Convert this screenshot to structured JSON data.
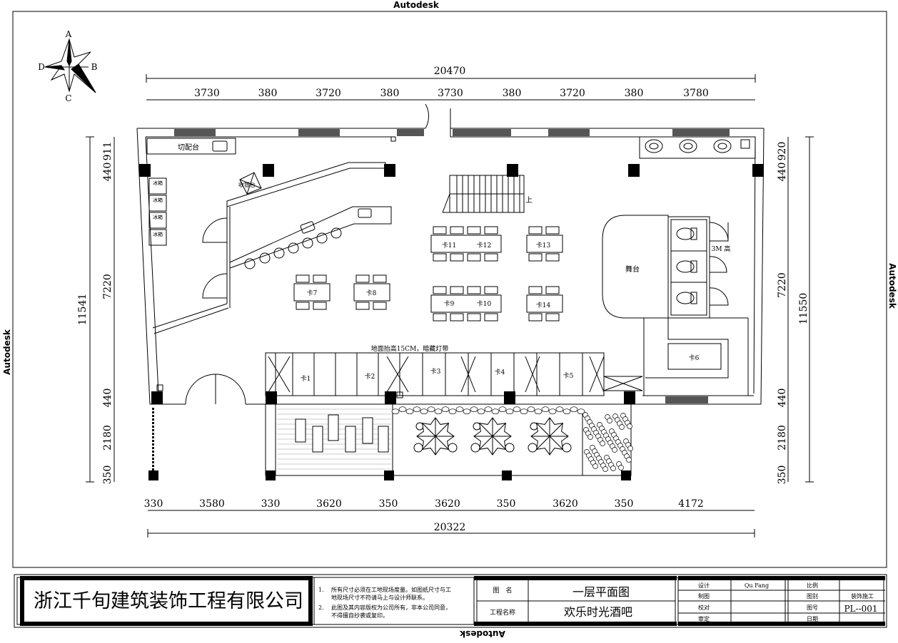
{
  "watermark": "Autodesk",
  "compass": {
    "a": "A",
    "b": "B",
    "c": "C",
    "d": "D"
  },
  "dimensions": {
    "top_total": "20470",
    "top_segments": [
      "3730",
      "380",
      "3720",
      "380",
      "3730",
      "380",
      "3720",
      "380",
      "3780"
    ],
    "bottom_total": "20322",
    "bottom_segments": [
      "330",
      "3580",
      "330",
      "3620",
      "350",
      "3620",
      "350",
      "3620",
      "350",
      "4172"
    ],
    "left_total": "11541",
    "left_segments": [
      "911",
      "440",
      "7220",
      "440",
      "2180",
      "350"
    ],
    "right_total": "11550",
    "right_segments": [
      "920",
      "440",
      "7220",
      "440",
      "2180",
      "350"
    ]
  },
  "labels": {
    "prep_counter": "切配台",
    "fridge": "冰箱",
    "fridges": [
      "冰箱",
      "冰箱",
      "冰箱",
      "冰箱"
    ],
    "cashier": "收银台",
    "stairs_up": "上",
    "stage": "舞台",
    "height_3m": "3M 高",
    "raised_floor": "地面抬高15CM，暗藏灯带",
    "booths": [
      "卡1",
      "卡2",
      "卡3",
      "卡4",
      "卡5",
      "卡6",
      "卡7",
      "卡8",
      "卡9",
      "卡10",
      "卡11",
      "卡12",
      "卡13",
      "卡14"
    ]
  },
  "title_block": {
    "company": "浙江千旬建筑装饰工程有限公司",
    "notes": [
      {
        "num": "1.",
        "lines": [
          "所有尺寸必须在工地现场度量。如图纸尺寸与工",
          "地现场尺寸不符请马上与设计师联系。"
        ]
      },
      {
        "num": "2.",
        "lines": [
          "此图及其内容版权为公司所有，非本公司同意，",
          "不得擅自抄袭或复印。"
        ]
      }
    ],
    "drawing_name_label": "图　名",
    "drawing_name": "一层平面图",
    "project_label": "工程名称",
    "project": "欢乐时光酒吧",
    "design_label": "设计",
    "designer": "Qu Fang",
    "draft_label": "制图",
    "check_label": "校对",
    "approve_label": "审定",
    "scale_label": "比例",
    "category_label": "图别",
    "category": "装饰施工",
    "number_label": "图号",
    "number": "PL--001",
    "date_label": "日期"
  }
}
